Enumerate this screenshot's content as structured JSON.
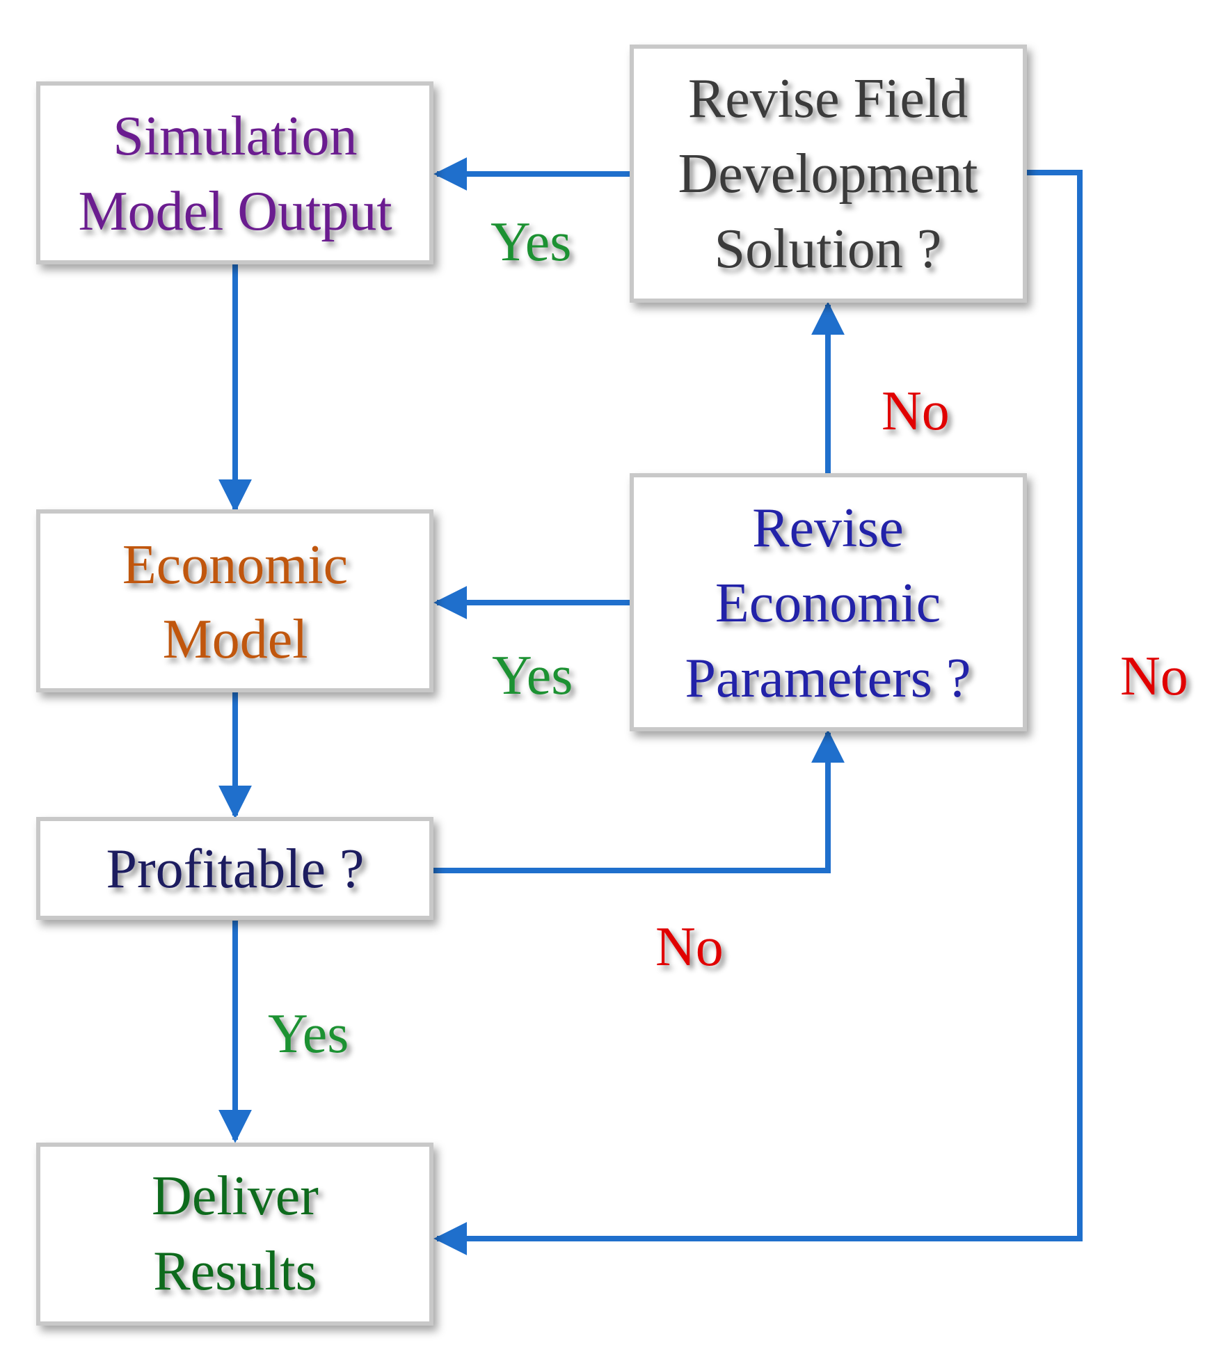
{
  "nodes": {
    "sim": {
      "lines": [
        "Simulation",
        "Model Output"
      ],
      "color": "#6a1b8f"
    },
    "econ": {
      "lines": [
        "Economic",
        "Model"
      ],
      "color": "#c0560a"
    },
    "profit": {
      "lines": [
        "Profitable ?"
      ],
      "color": "#1a1a5e"
    },
    "deliver": {
      "lines": [
        "Deliver",
        "Results"
      ],
      "color": "#0b6b1b"
    },
    "rev_field": {
      "lines": [
        "Revise Field",
        "Development",
        "Solution ?"
      ],
      "color": "#3a3a3a"
    },
    "rev_econ": {
      "lines": [
        "Revise",
        "Economic",
        "Parameters ?"
      ],
      "color": "#2424a8"
    }
  },
  "edge_labels": {
    "yes_field_to_sim": "Yes",
    "no_econ_to_field": "No",
    "yes_econ_rev_to_model": "Yes",
    "no_field_to_deliver": "No",
    "no_profit_to_rev_econ": "No",
    "yes_profit_to_deliver": "Yes"
  },
  "colors": {
    "arrow": "#1f6fcc",
    "yes": "#1a9130",
    "no": "#e00000",
    "box_border": "#c8c8c8",
    "box_fill": "#ffffff"
  }
}
